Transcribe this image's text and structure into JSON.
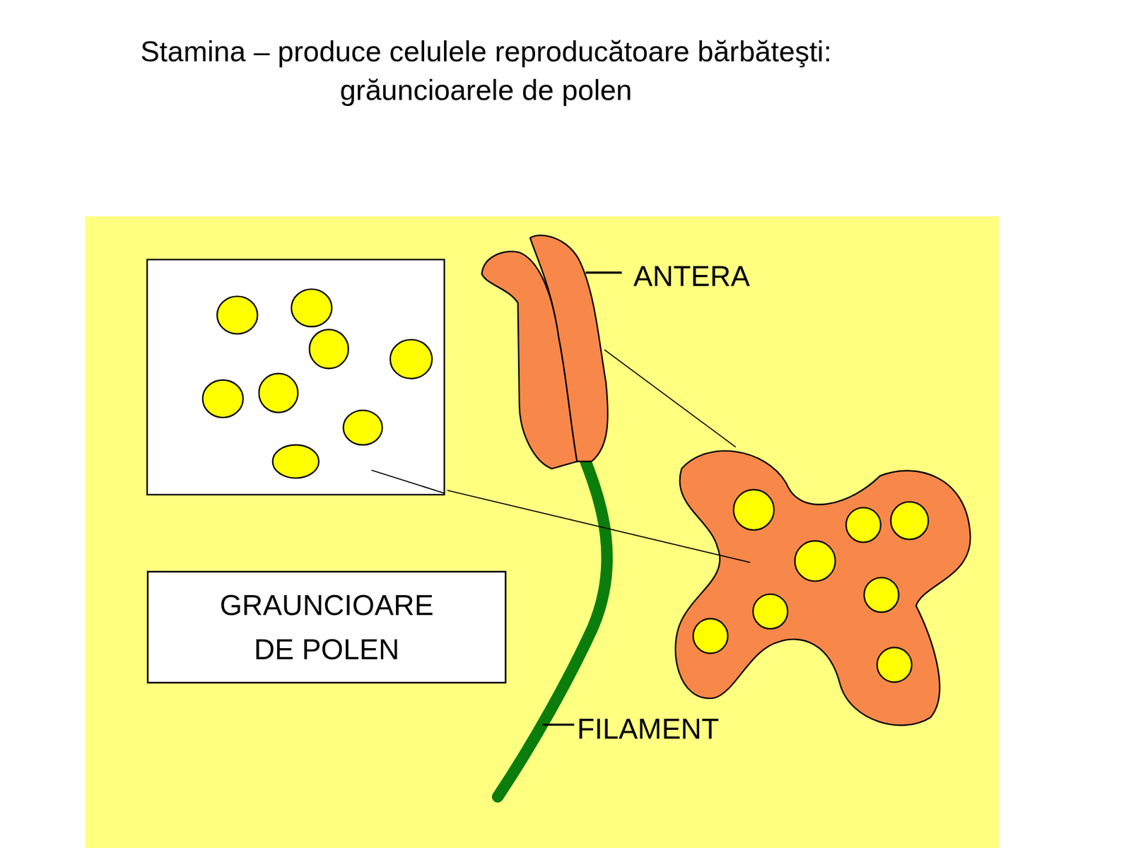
{
  "diagram": {
    "title": "Stamina – produce celulele reproducătoare bărbăteşti: grăuncioarele de polen",
    "nodes": [
      {
        "text": [
          "GRAUNCIOARE DE POLEN"
        ]
      }
    ],
    "labels": [
      "ANTERA",
      "FILAMENT"
    ]
  }
}
